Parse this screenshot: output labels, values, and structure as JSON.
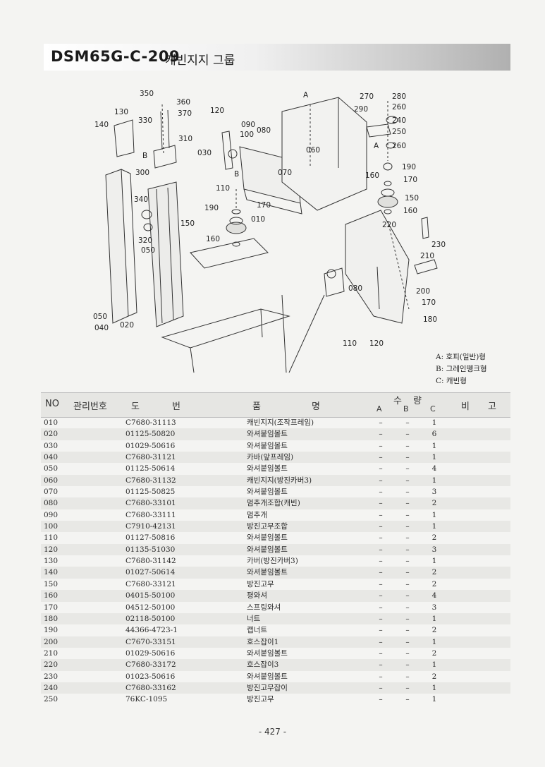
{
  "header": {
    "code": "DSM65G-C-209",
    "name": "캐빈지지 그룹"
  },
  "diagram": {
    "callouts": [
      "350",
      "360",
      "370",
      "120",
      "130",
      "330",
      "090",
      "100",
      "080",
      "140",
      "310",
      "030",
      "060",
      "070",
      "300",
      "110",
      "340",
      "190",
      "170",
      "150",
      "010",
      "320",
      "160",
      "050",
      "050",
      "040",
      "020",
      "270",
      "280",
      "290",
      "260",
      "240",
      "250",
      "260",
      "190",
      "160",
      "170",
      "150",
      "160",
      "220",
      "230",
      "210",
      "080",
      "200",
      "170",
      "180",
      "110",
      "120"
    ],
    "view_letters": [
      "A",
      "B",
      "A",
      "B"
    ]
  },
  "legend": [
    "A: 호피(일반)형",
    "B: 그레인뗑크형",
    "C: 캐빈형"
  ],
  "table": {
    "headers": {
      "no": "NO",
      "mgmt": "관리번호",
      "drawing": "도",
      "drawing2": "번",
      "name": "품",
      "name2": "명",
      "qty": "수",
      "qty2": "량",
      "a": "A",
      "b": "B",
      "c": "C",
      "remark": "비",
      "remark2": "고"
    },
    "rows": [
      {
        "no": "010",
        "dwg": "C7680-31113",
        "name": "캐빈지지(조작프레임)",
        "a": "–",
        "b": "–",
        "c": "1"
      },
      {
        "no": "020",
        "dwg": "01125-50820",
        "name": "와셔붙임볼트",
        "a": "–",
        "b": "–",
        "c": "6"
      },
      {
        "no": "030",
        "dwg": "01029-50616",
        "name": "와셔붙임볼트",
        "a": "–",
        "b": "–",
        "c": "1"
      },
      {
        "no": "040",
        "dwg": "C7680-31121",
        "name": "카바(앞프레임)",
        "a": "–",
        "b": "–",
        "c": "1"
      },
      {
        "no": "050",
        "dwg": "01125-50614",
        "name": "와셔붙임볼트",
        "a": "–",
        "b": "–",
        "c": "4"
      },
      {
        "no": "060",
        "dwg": "C7680-31132",
        "name": "캐빈지지(방진카버3)",
        "a": "–",
        "b": "–",
        "c": "1"
      },
      {
        "no": "070",
        "dwg": "01125-50825",
        "name": "와셔붙임볼트",
        "a": "–",
        "b": "–",
        "c": "3"
      },
      {
        "no": "080",
        "dwg": "C7680-33101",
        "name": "멈추개조합(캐빈)",
        "a": "–",
        "b": "–",
        "c": "2"
      },
      {
        "no": "090",
        "dwg": "C7680-33111",
        "name": "멈추개",
        "a": "–",
        "b": "–",
        "c": "1"
      },
      {
        "no": "100",
        "dwg": "C7910-42131",
        "name": "방진고무조합",
        "a": "–",
        "b": "–",
        "c": "1"
      },
      {
        "no": "110",
        "dwg": "01127-50816",
        "name": "와셔붙임볼트",
        "a": "–",
        "b": "–",
        "c": "2"
      },
      {
        "no": "120",
        "dwg": "01135-51030",
        "name": "와셔붙임볼트",
        "a": "–",
        "b": "–",
        "c": "3"
      },
      {
        "no": "130",
        "dwg": "C7680-31142",
        "name": "카버(방진카버3)",
        "a": "–",
        "b": "–",
        "c": "1"
      },
      {
        "no": "140",
        "dwg": "01027-50614",
        "name": "와셔붙임볼트",
        "a": "–",
        "b": "–",
        "c": "2"
      },
      {
        "no": "150",
        "dwg": "C7680-33121",
        "name": "방진고무",
        "a": "–",
        "b": "–",
        "c": "2"
      },
      {
        "no": "160",
        "dwg": "04015-50100",
        "name": "평와셔",
        "a": "–",
        "b": "–",
        "c": "4"
      },
      {
        "no": "170",
        "dwg": "04512-50100",
        "name": "스프링와셔",
        "a": "–",
        "b": "–",
        "c": "3"
      },
      {
        "no": "180",
        "dwg": "02118-50100",
        "name": "너트",
        "a": "–",
        "b": "–",
        "c": "1"
      },
      {
        "no": "190",
        "dwg": "44366-4723-1",
        "name": "캡너트",
        "a": "–",
        "b": "–",
        "c": "2"
      },
      {
        "no": "200",
        "dwg": "C7670-33151",
        "name": "호스잡이1",
        "a": "–",
        "b": "–",
        "c": "1"
      },
      {
        "no": "210",
        "dwg": "01029-50616",
        "name": "와셔붙임볼트",
        "a": "–",
        "b": "–",
        "c": "2"
      },
      {
        "no": "220",
        "dwg": "C7680-33172",
        "name": "호스잡이3",
        "a": "–",
        "b": "–",
        "c": "1"
      },
      {
        "no": "230",
        "dwg": "01023-50616",
        "name": "와셔붙임볼트",
        "a": "–",
        "b": "–",
        "c": "2"
      },
      {
        "no": "240",
        "dwg": "C7680-33162",
        "name": "방진고무잡이",
        "a": "–",
        "b": "–",
        "c": "1"
      },
      {
        "no": "250",
        "dwg": "76KC-1095",
        "name": "방진고무",
        "a": "–",
        "b": "–",
        "c": "1"
      }
    ]
  },
  "footer": {
    "page": "- 427 -"
  }
}
